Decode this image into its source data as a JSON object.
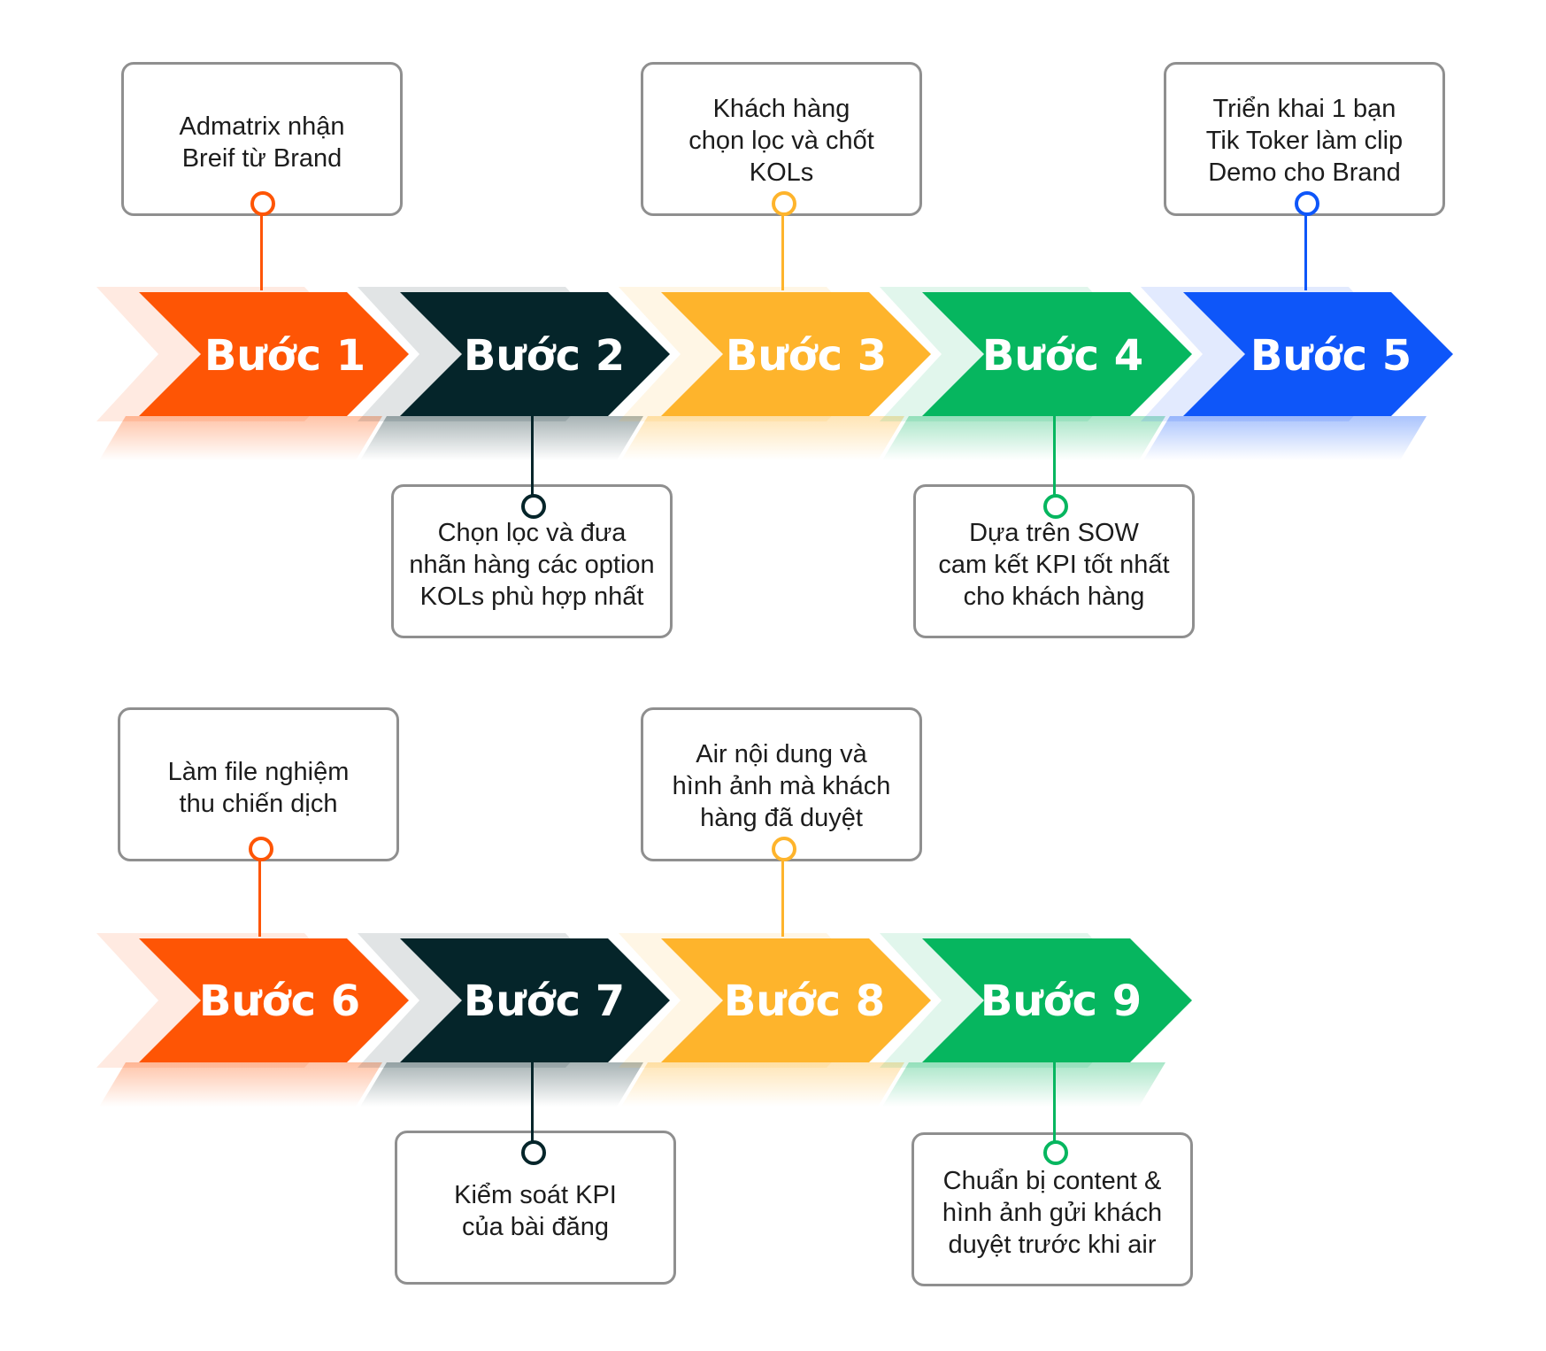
{
  "colors": {
    "orange": "#fe5505",
    "dark": "#05252a",
    "yellow": "#feb42c",
    "green": "#06b65f",
    "blue": "#0e56f9"
  },
  "steps": [
    {
      "label": "Bước 1",
      "color": "#fe5505",
      "note": "Admatrix nhận\nBreif từ Brand"
    },
    {
      "label": "Bước 2",
      "color": "#05252a",
      "note": "Chọn lọc và đưa\nnhãn hàng các option\nKOLs  phù hợp nhất"
    },
    {
      "label": "Bước 3",
      "color": "#feb42c",
      "note": "Khách hàng\nchọn lọc và chốt\nKOLs"
    },
    {
      "label": "Bước 4",
      "color": "#06b65f",
      "note": "Dựa trên SOW\ncam kết KPI tốt nhất\ncho khách hàng"
    },
    {
      "label": "Bước 5",
      "color": "#0e56f9",
      "note": "Triển khai 1 bạn\nTik Toker làm clip\nDemo cho Brand"
    },
    {
      "label": "Bước 6",
      "color": "#fe5505",
      "note": "Làm file nghiệm\nthu chiến dịch"
    },
    {
      "label": "Bước 7",
      "color": "#05252a",
      "note": "Kiểm soát KPI\ncủa bài đăng"
    },
    {
      "label": "Bước 8",
      "color": "#feb42c",
      "note": "Air nội dung và\nhình ảnh mà khách\nhàng đã duyệt"
    },
    {
      "label": "Bước 9",
      "color": "#06b65f",
      "note": "Chuẩn bị content &\nhình ảnh gửi khách\nduyệt trước khi air"
    }
  ]
}
